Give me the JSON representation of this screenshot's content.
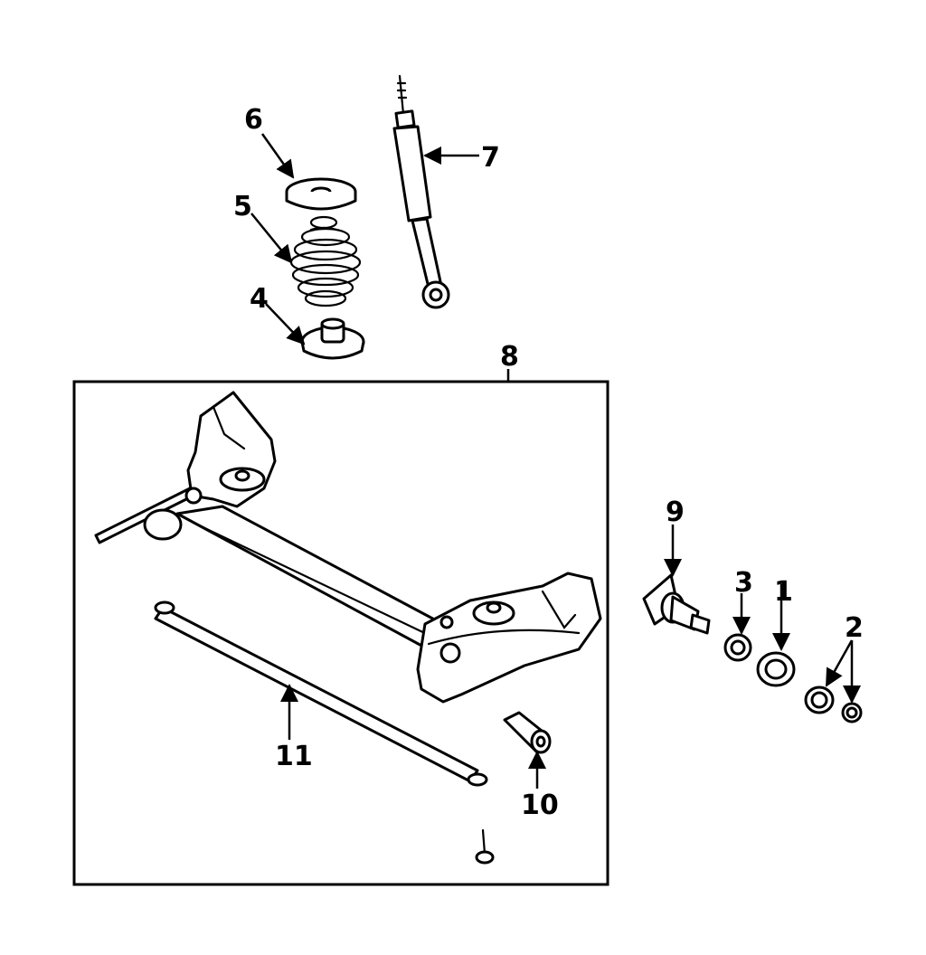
{
  "diagram": {
    "callouts": {
      "c1": "1",
      "c2": "2",
      "c3": "3",
      "c4": "4",
      "c5": "5",
      "c6": "6",
      "c7": "7",
      "c8": "8",
      "c9": "9",
      "c10": "10",
      "c11": "11"
    },
    "colors": {
      "ink": "#000000",
      "paper": "#ffffff"
    }
  }
}
